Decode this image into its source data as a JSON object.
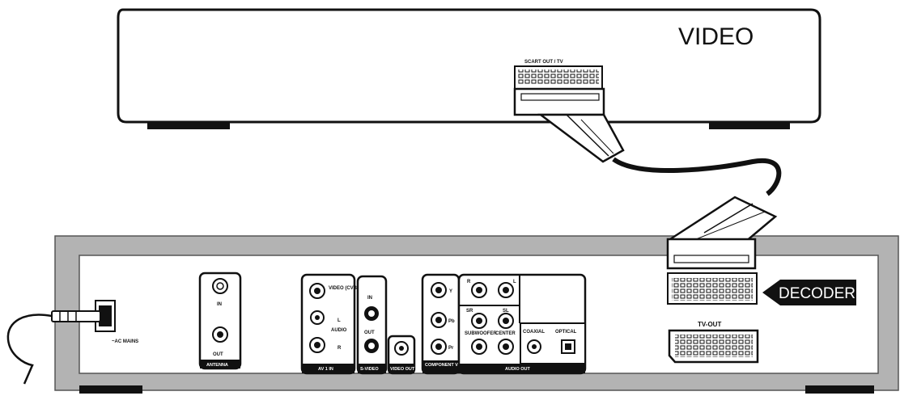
{
  "vcr": {
    "title": "VIDEO",
    "scart_label": "SCART OUT / TV"
  },
  "receiver": {
    "power_label": "~AC MAINS",
    "antenna": {
      "in": "IN",
      "out": "OUT",
      "group": "ANTENNA"
    },
    "av": {
      "video": "VIDEO (CVBS)",
      "audio": "AUDIO",
      "l": "L",
      "r": "R",
      "group": "AV 1 IN"
    },
    "svideo": {
      "in": "IN",
      "out": "OUT",
      "group": "S-VIDEO"
    },
    "video_out": {
      "group": "VIDEO OUT"
    },
    "component": {
      "y": "Y",
      "pb": "Pb",
      "pr": "Pr",
      "group": "COMPONENT VIDEO OUT"
    },
    "audio_out": {
      "r": "R",
      "l": "L",
      "sr": "SR",
      "sl": "SL",
      "subwoofer": "SUBWOOFER",
      "center": "CENTER",
      "coaxial": "COAXIAL",
      "optical": "OPTICAL",
      "group": "AUDIO OUT"
    },
    "decoder_label": "DECODER",
    "tvout_label": "TV-OUT"
  }
}
